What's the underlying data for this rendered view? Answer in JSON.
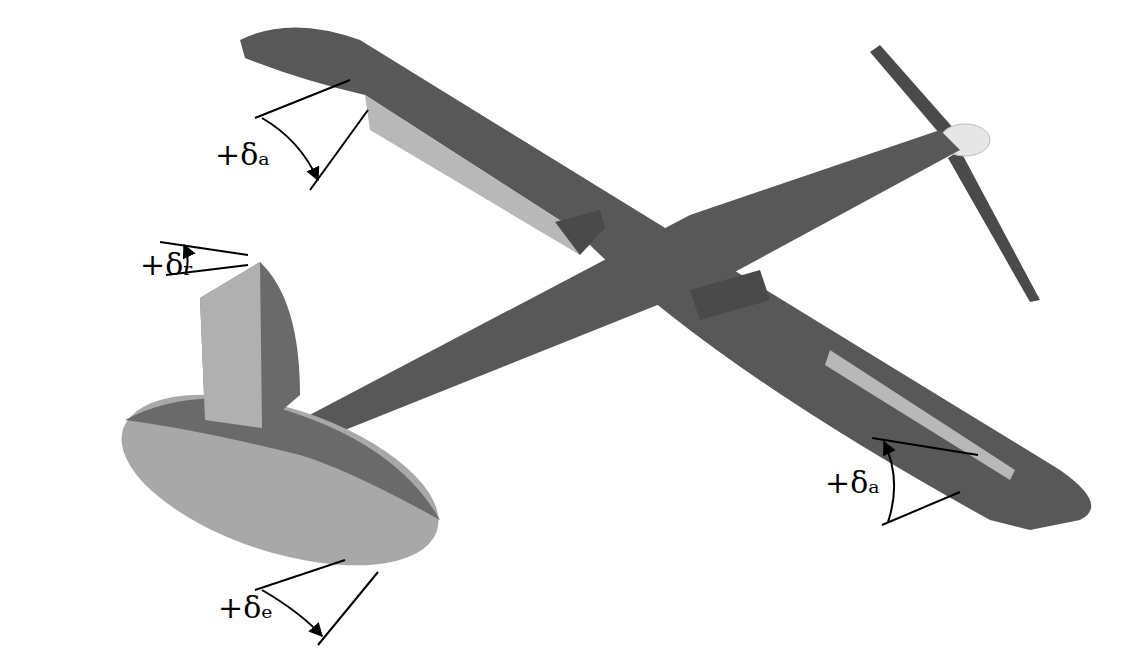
{
  "diagram": {
    "labels": [
      "+δₐ",
      "+δᵣ",
      "+δₐ",
      "+δₑ"
    ]
  }
}
